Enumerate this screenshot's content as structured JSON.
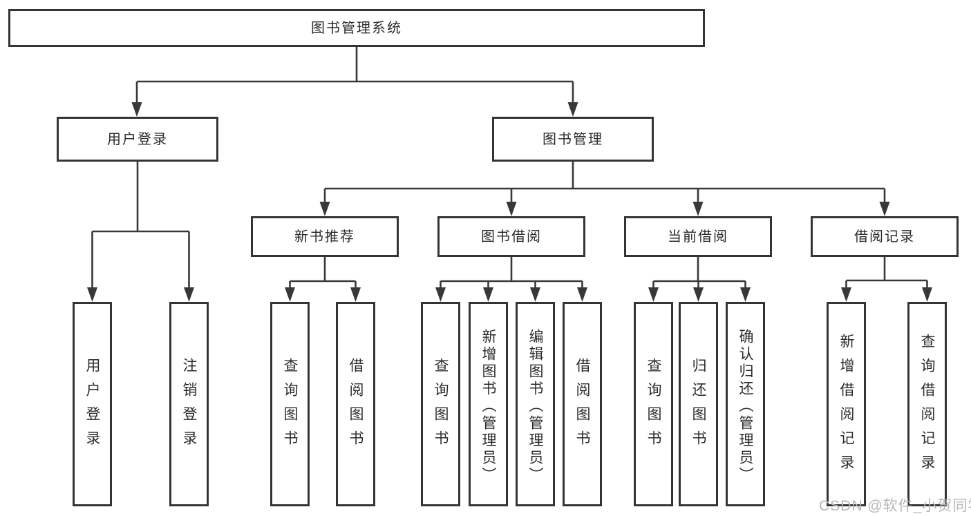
{
  "diagram": {
    "type": "tree-structure-diagram",
    "colors": {
      "line": "#383838",
      "box_border": "#343434",
      "box_background": "#ffffff",
      "text": "#2b2b2b",
      "watermark_text_color": "#b6b6b6"
    },
    "root": {
      "label": "图书管理系统"
    },
    "level2": [
      {
        "label": "用户登录",
        "parent": "图书管理系统"
      },
      {
        "label": "图书管理",
        "parent": "图书管理系统"
      }
    ],
    "level3": [
      {
        "label": "新书推荐",
        "parent": "图书管理"
      },
      {
        "label": "图书借阅",
        "parent": "图书管理"
      },
      {
        "label": "当前借阅",
        "parent": "图书管理"
      },
      {
        "label": "借阅记录",
        "parent": "图书管理"
      }
    ],
    "leaves": [
      {
        "label": "用户登录",
        "parent": "用户登录"
      },
      {
        "label": "注销登录",
        "parent": "用户登录"
      },
      {
        "label": "查询图书",
        "parent": "新书推荐"
      },
      {
        "label": "借阅图书",
        "parent": "新书推荐"
      },
      {
        "label": "查询图书",
        "parent": "图书借阅"
      },
      {
        "label": "新增图书（管理员）",
        "parent": "图书借阅"
      },
      {
        "label": "编辑图书（管理员）",
        "parent": "图书借阅"
      },
      {
        "label": "借阅图书",
        "parent": "图书借阅"
      },
      {
        "label": "查询图书",
        "parent": "当前借阅"
      },
      {
        "label": "归还图书",
        "parent": "当前借阅"
      },
      {
        "label": "确认归还（管理员）",
        "parent": "当前借阅"
      },
      {
        "label": "新增借阅记录",
        "parent": "借阅记录"
      },
      {
        "label": "查询借阅记录",
        "parent": "借阅记录"
      }
    ],
    "watermark": {
      "text": "CSDN @软件_小贺同学"
    }
  }
}
